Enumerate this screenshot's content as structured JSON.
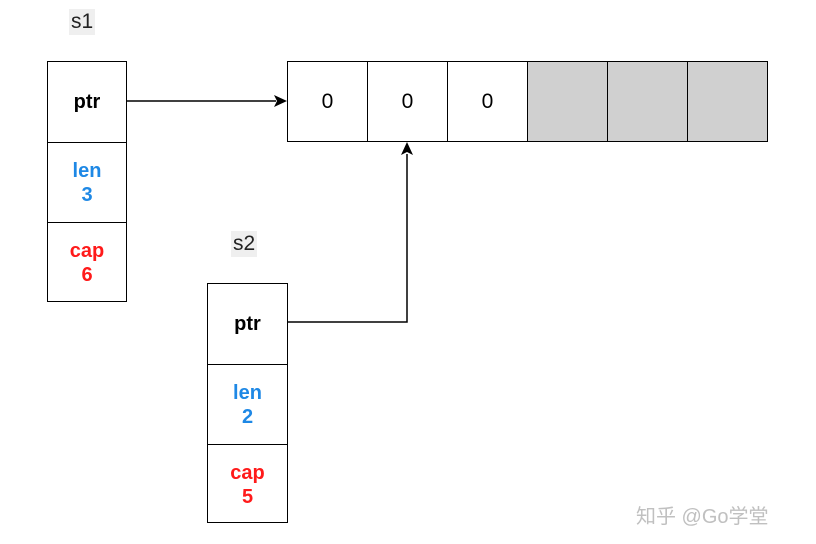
{
  "s1": {
    "name": "s1",
    "fields": [
      {
        "key": "ptr",
        "value": "",
        "color": "#000000"
      },
      {
        "key": "len",
        "value": "3",
        "color": "#1e88e5"
      },
      {
        "key": "cap",
        "value": "6",
        "color": "#ff1a1a"
      }
    ]
  },
  "s2": {
    "name": "s2",
    "fields": [
      {
        "key": "ptr",
        "value": "",
        "color": "#000000"
      },
      {
        "key": "len",
        "value": "2",
        "color": "#1e88e5"
      },
      {
        "key": "cap",
        "value": "5",
        "color": "#ff1a1a"
      }
    ]
  },
  "array": {
    "cells": [
      "0",
      "0",
      "0",
      "",
      "",
      ""
    ],
    "empty_color": "#d0d0d0"
  },
  "watermark": "知乎 @Go学堂"
}
